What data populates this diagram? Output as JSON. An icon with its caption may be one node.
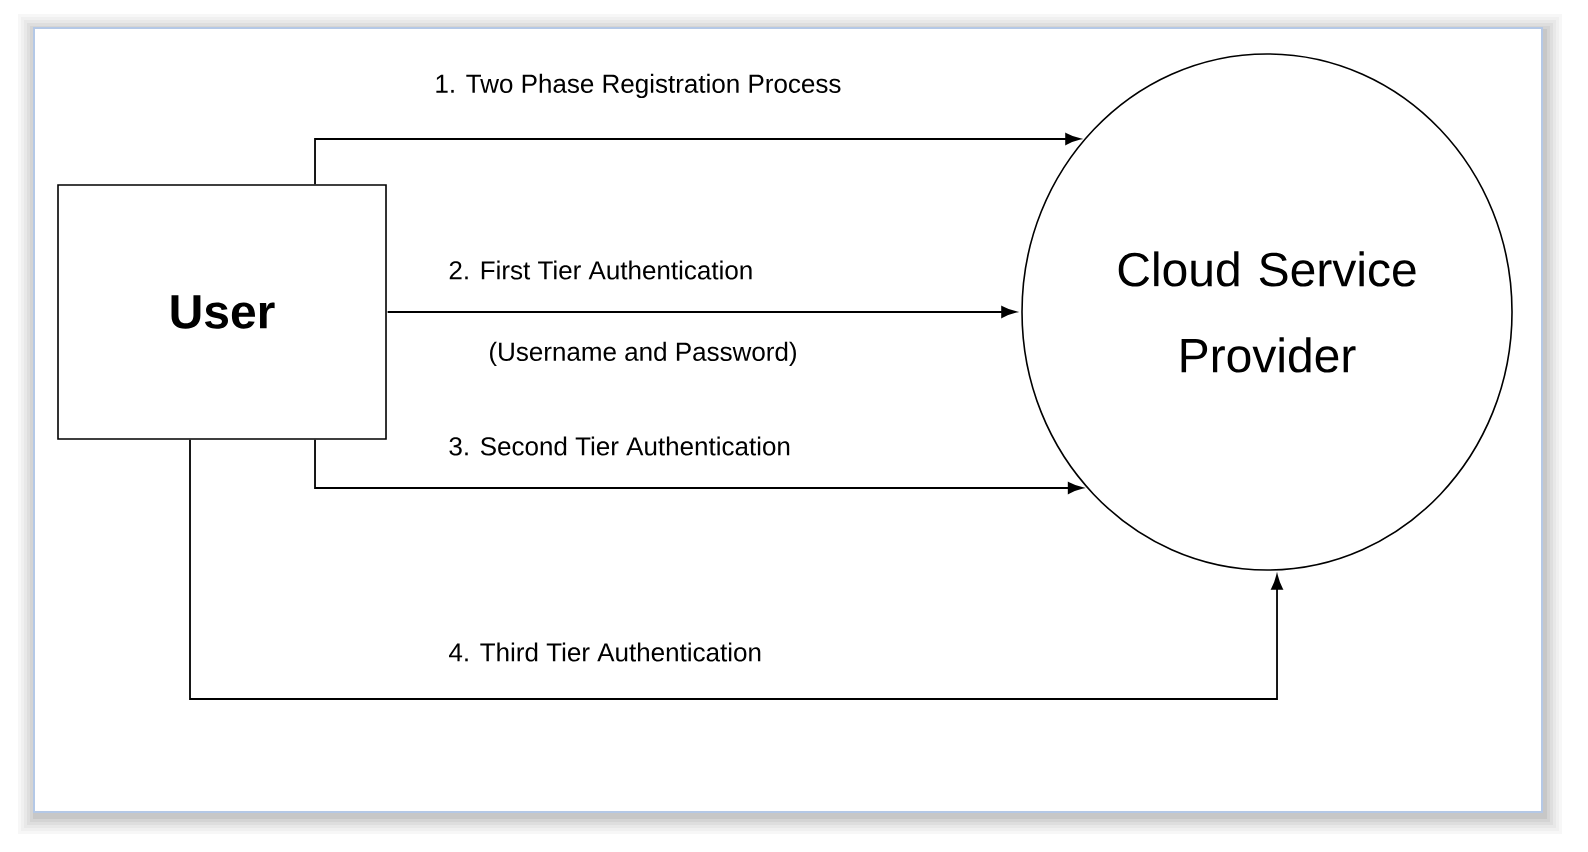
{
  "diagram": {
    "nodes": [
      {
        "text": [
          "User"
        ]
      },
      {
        "text": [
          "Cloud Service Provider"
        ]
      }
    ],
    "edges": [
      {
        "from": 0,
        "to": 1,
        "arrow": "to",
        "label": "1. Two Phase Registration Process"
      },
      {
        "from": 0,
        "to": 1,
        "arrow": "to",
        "label": "2. First Tier Authentication"
      },
      {
        "from": 0,
        "to": 1,
        "arrow": "to",
        "label": "3. Second Tier Authentication"
      },
      {
        "from": 0,
        "to": 1,
        "arrow": "to",
        "label": "4. Third Tier Authentication"
      }
    ],
    "labels": [
      "(Username and Password)"
    ]
  }
}
